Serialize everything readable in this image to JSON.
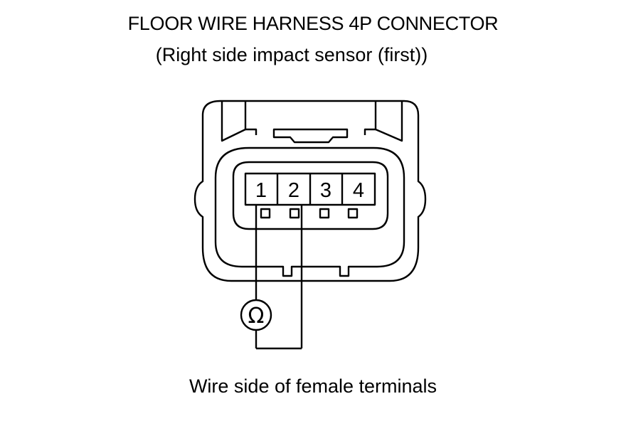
{
  "title": "FLOOR WIRE HARNESS 4P CONNECTOR",
  "subtitle": "(Right side impact sensor (first))",
  "caption": "Wire side of female terminals",
  "connector": {
    "pins": [
      "1",
      "2",
      "3",
      "4"
    ]
  },
  "meter": {
    "symbol": "Ω"
  }
}
